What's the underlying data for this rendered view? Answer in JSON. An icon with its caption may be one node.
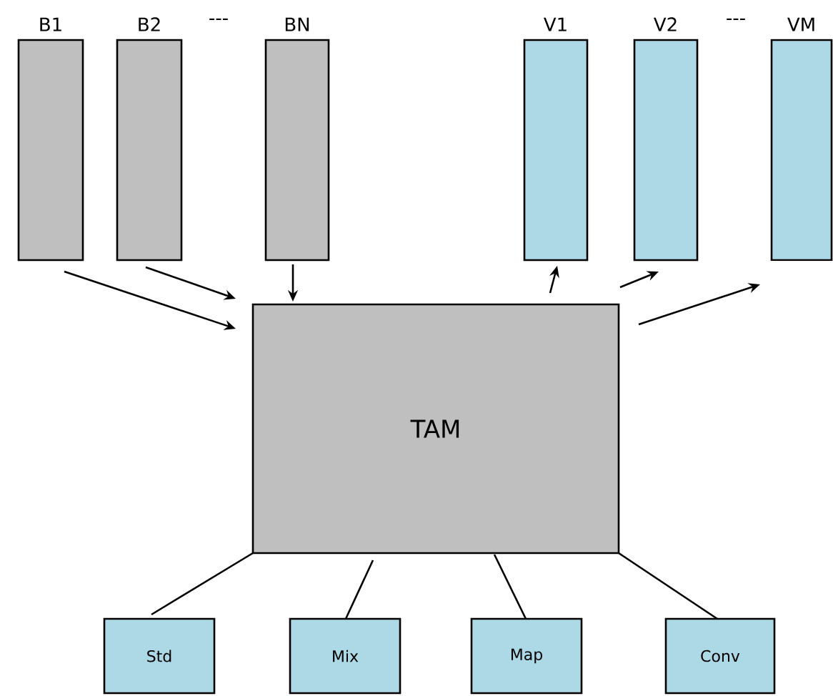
{
  "diagram": {
    "nodes": [
      {
        "text": [
          "B1"
        ]
      },
      {
        "text": [
          "B2"
        ]
      },
      {
        "text": [
          "BN"
        ]
      },
      {
        "text": [
          "V1"
        ]
      },
      {
        "text": [
          "V2"
        ]
      },
      {
        "text": [
          "VM"
        ]
      },
      {
        "text": [
          "TAM"
        ]
      },
      {
        "text": [
          "Std"
        ]
      },
      {
        "text": [
          "Mix"
        ]
      },
      {
        "text": [
          "Map"
        ]
      },
      {
        "text": [
          "Conv"
        ]
      }
    ],
    "edges": [
      {
        "from": 0,
        "to": 6,
        "arrow": "to"
      },
      {
        "from": 1,
        "to": 6,
        "arrow": "to"
      },
      {
        "from": 2,
        "to": 6,
        "arrow": "to"
      },
      {
        "from": 6,
        "to": 3,
        "arrow": "to"
      },
      {
        "from": 6,
        "to": 4,
        "arrow": "to"
      },
      {
        "from": 6,
        "to": 5,
        "arrow": "to"
      },
      {
        "from": 6,
        "to": 7,
        "arrow": "none"
      },
      {
        "from": 6,
        "to": 8,
        "arrow": "none"
      },
      {
        "from": 6,
        "to": 9,
        "arrow": "none"
      },
      {
        "from": 6,
        "to": 10,
        "arrow": "none"
      }
    ],
    "labels": [
      "---",
      "---"
    ]
  }
}
